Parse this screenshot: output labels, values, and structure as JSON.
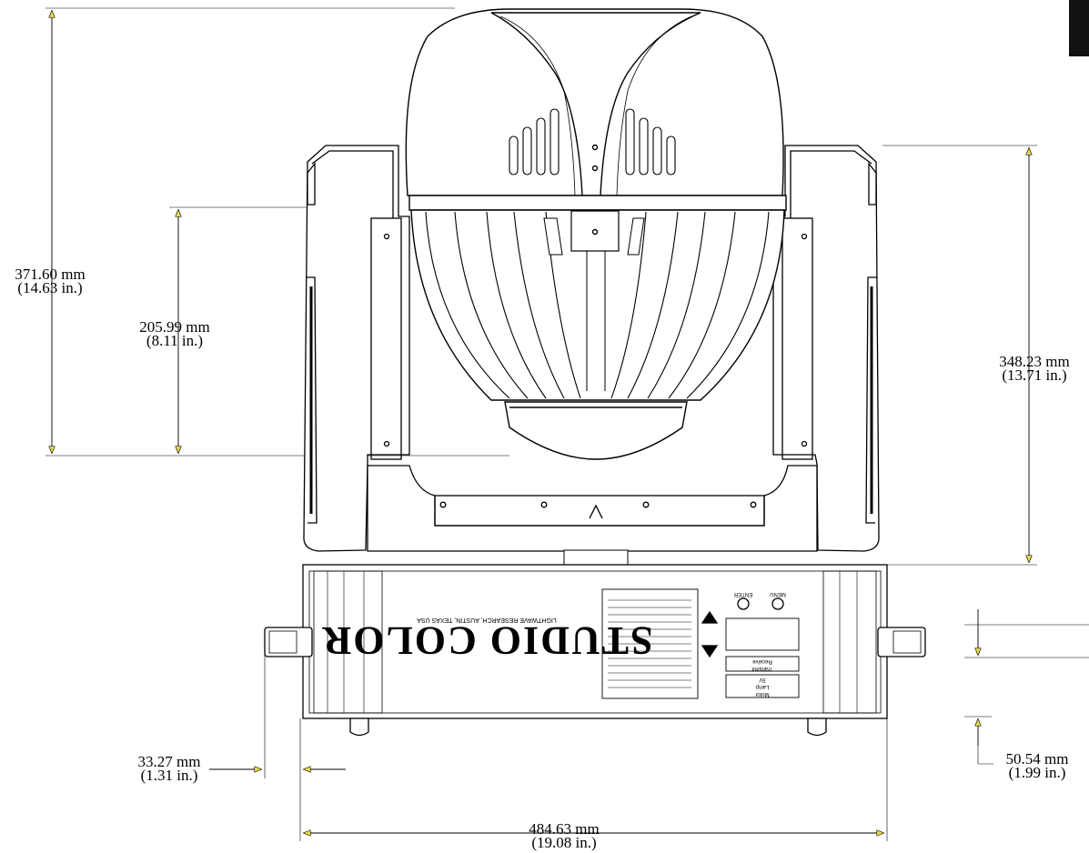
{
  "drawing": {
    "logo_text": "STUDIO COLOR",
    "manufacturer_line": "LIGHTWAVE RESEARCH, AUSTIN, TEXAS USA",
    "panel_labels": {
      "enter": "ENTER",
      "menu": "MENU",
      "receive": "Receive",
      "transmit": "Transmit",
      "lamp": "Lamp",
      "motor": "Motor",
      "fan": "5V"
    }
  },
  "dimensions": {
    "overall_height": {
      "mm": "371.60 mm",
      "in": "(14.63 in.)"
    },
    "head_height": {
      "mm": "205.99 mm",
      "in": "(8.11 in.)"
    },
    "yoke_height": {
      "mm": "348.23 mm",
      "in": "(13.71 in.)"
    },
    "handle_offset": {
      "mm": "33.27 mm",
      "in": "(1.31 in.)"
    },
    "foot_height": {
      "mm": "50.54 mm",
      "in": "(1.99 in.)"
    },
    "overall_width": {
      "mm": "484.63 mm",
      "in": "(19.08 in.)"
    }
  }
}
